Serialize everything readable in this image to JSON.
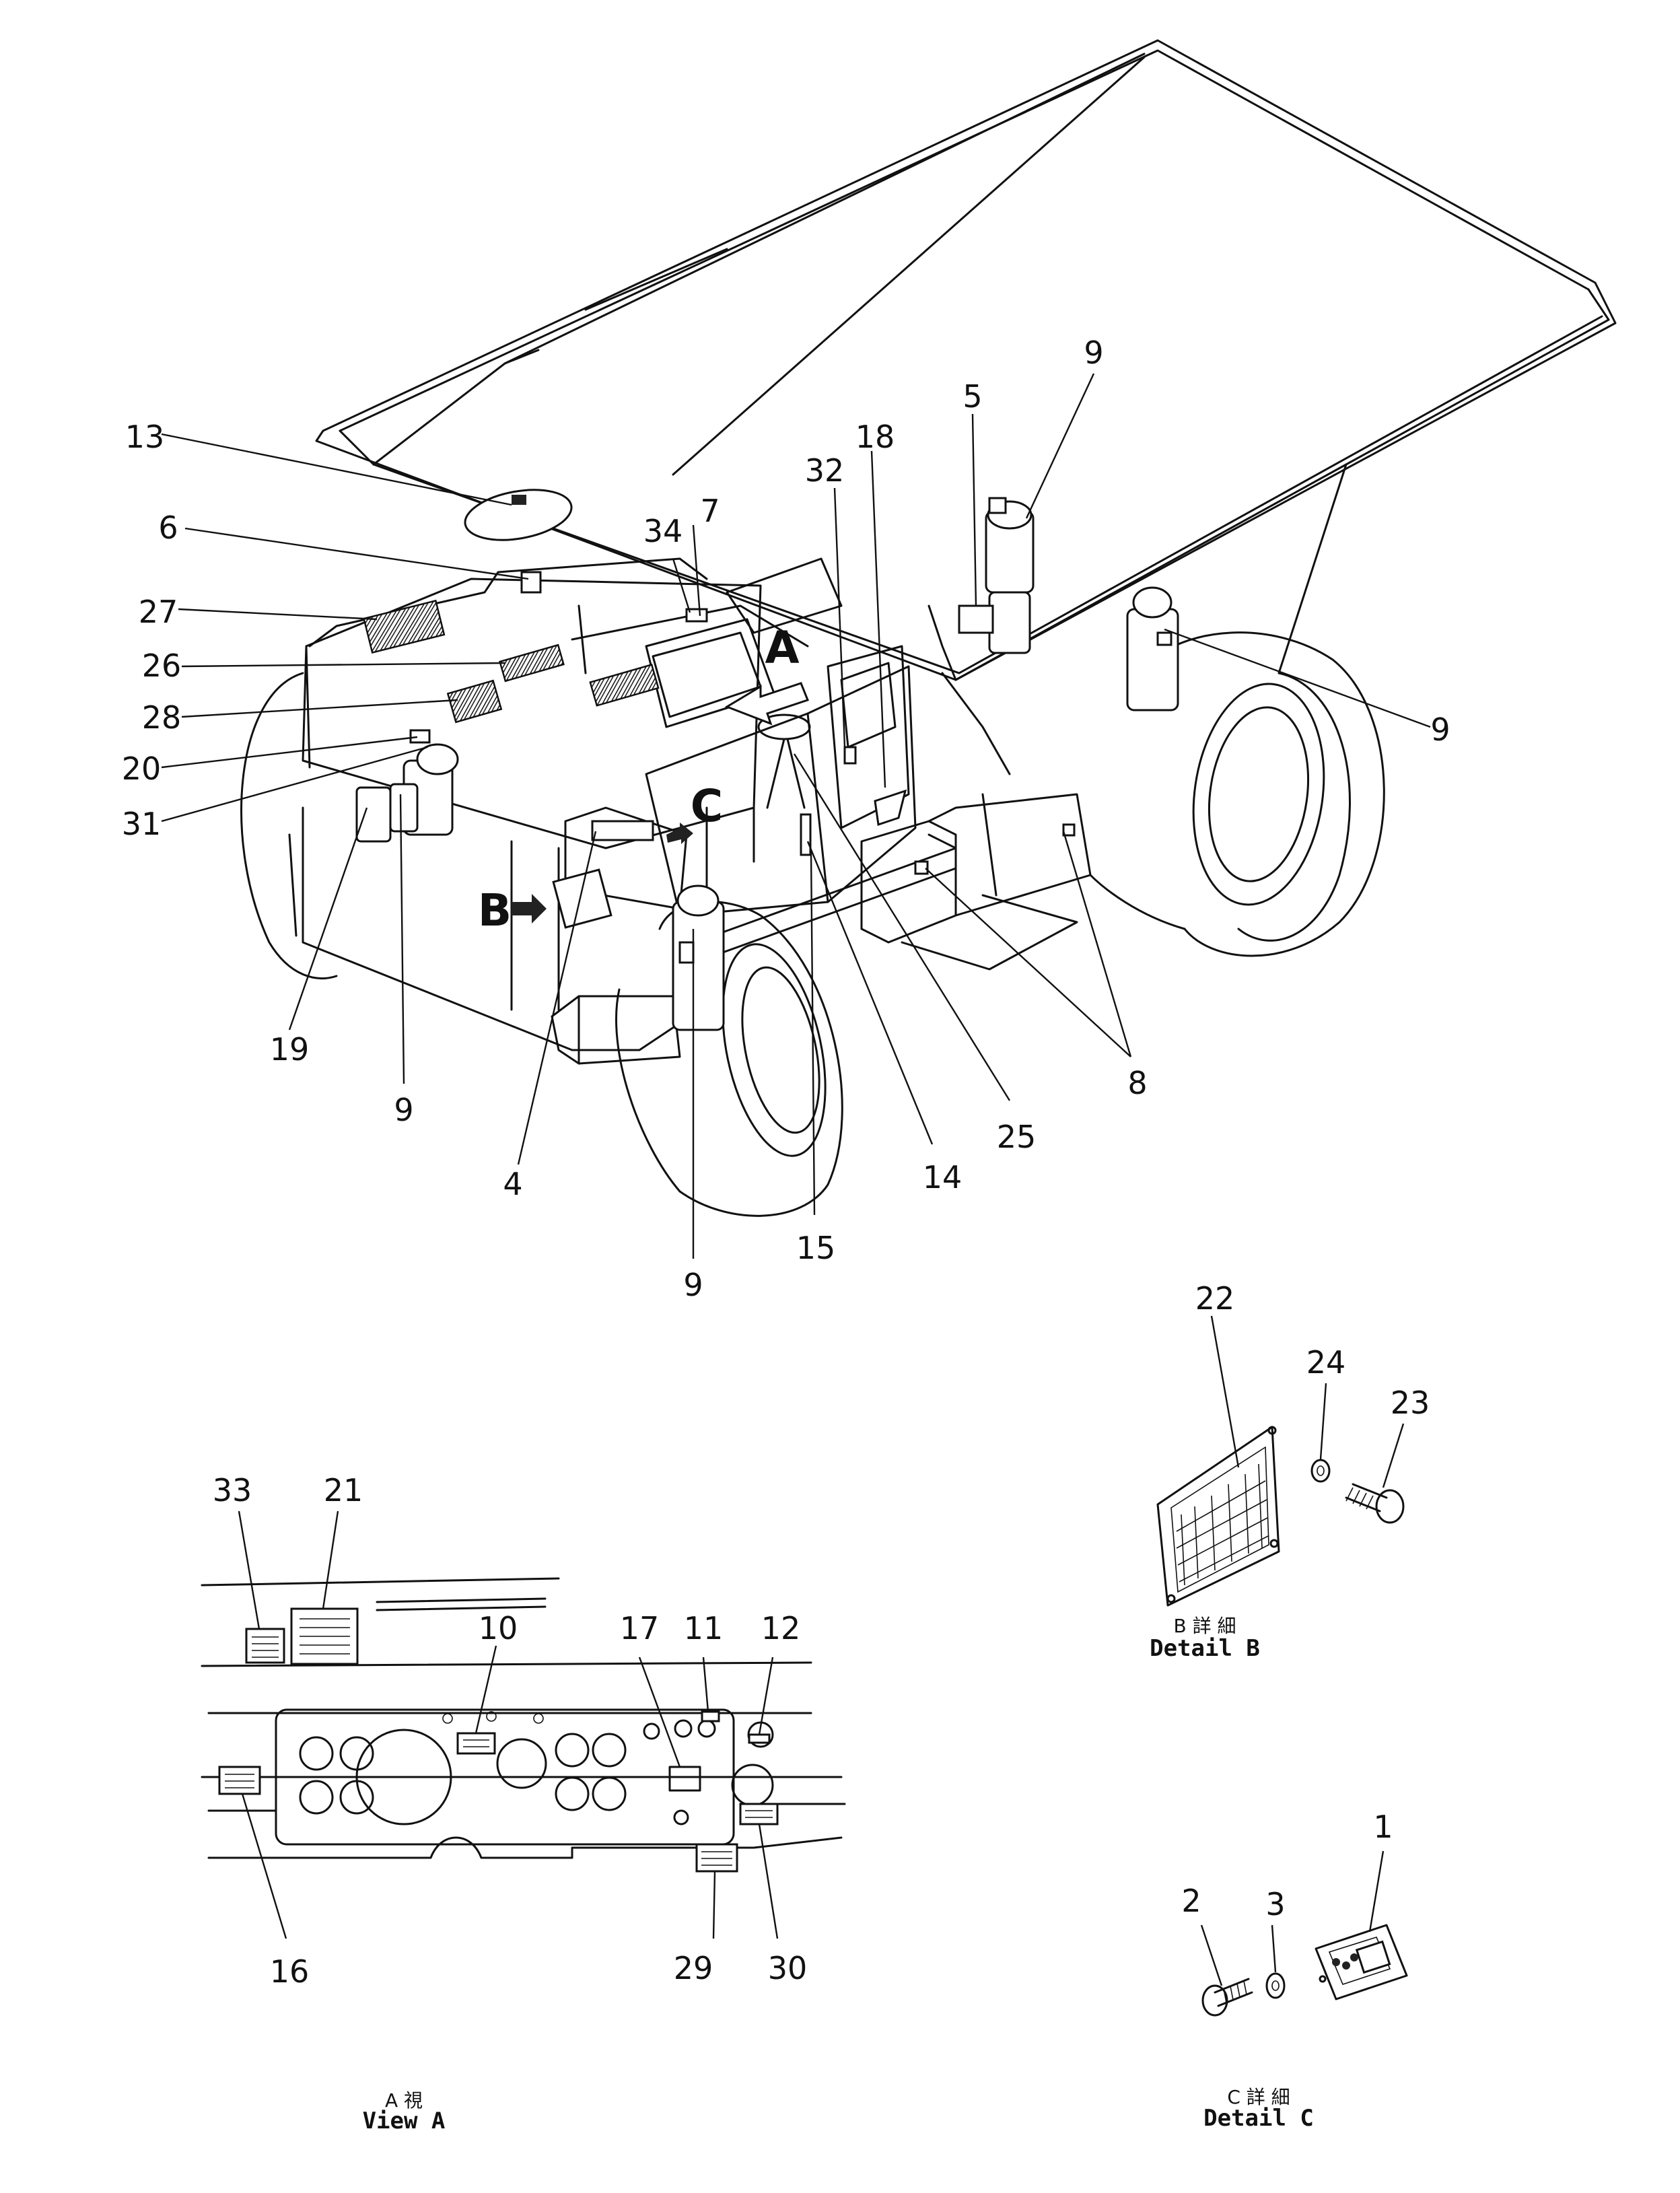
{
  "callouts": {
    "c1": "1",
    "c2": "2",
    "c3": "3",
    "c4": "4",
    "c5": "5",
    "c6": "6",
    "c7": "7",
    "c8": "8",
    "c9a": "9",
    "c9b": "9",
    "c9c": "9",
    "c9d": "9",
    "c10": "10",
    "c11": "11",
    "c12": "12",
    "c13": "13",
    "c14": "14",
    "c15": "15",
    "c16": "16",
    "c17": "17",
    "c18": "18",
    "c19": "19",
    "c20": "20",
    "c21": "21",
    "c22": "22",
    "c23": "23",
    "c24": "24",
    "c25": "25",
    "c26": "26",
    "c27": "27",
    "c28": "28",
    "c29": "29",
    "c30": "30",
    "c31": "31",
    "c32": "32",
    "c33": "33",
    "c34": "34"
  },
  "view_markers": {
    "a": "A",
    "b": "B",
    "c": "C"
  },
  "captions": {
    "view_a_jp": "A 視",
    "view_a_en": "View  A",
    "detail_b_jp": "B 詳 細",
    "detail_b_en": "Detail  B",
    "detail_c_jp": "C 詳 細",
    "detail_c_en": "Detail  C"
  }
}
